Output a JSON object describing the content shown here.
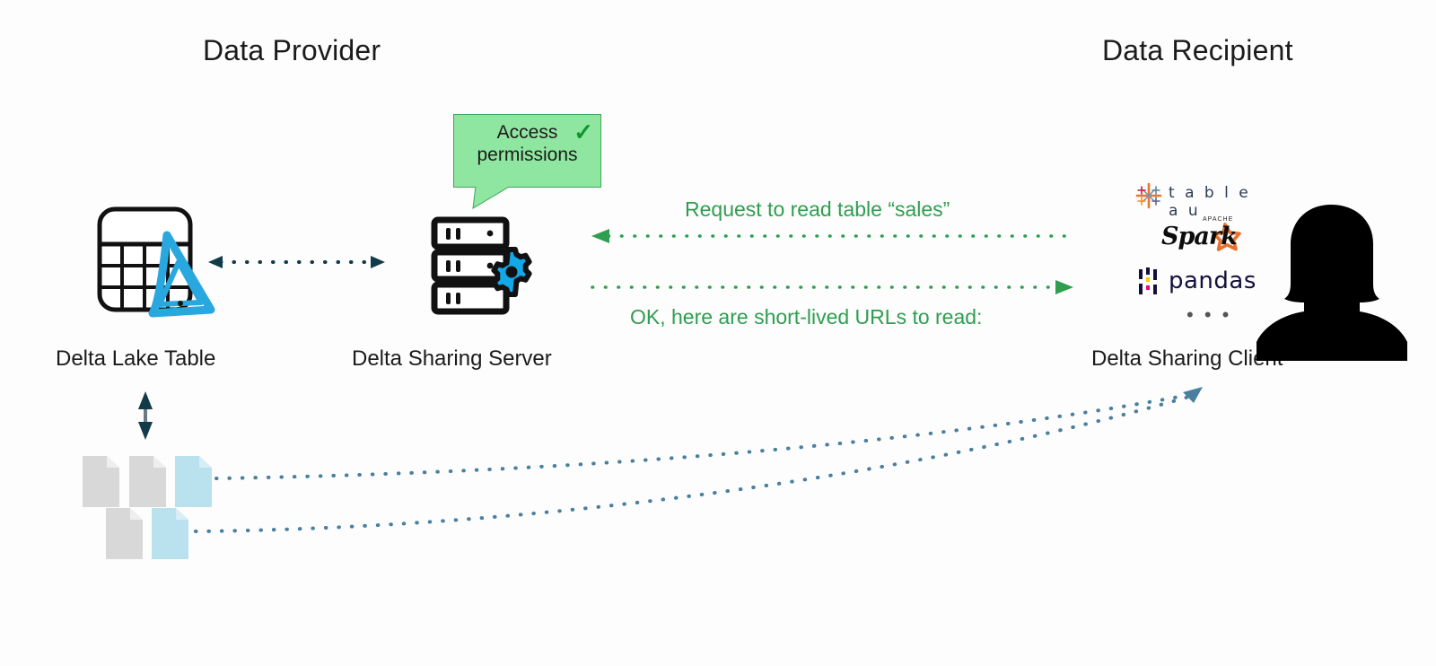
{
  "headers": {
    "provider": "Data Provider",
    "recipient": "Data Recipient"
  },
  "captions": {
    "delta_lake_table": "Delta Lake Table",
    "delta_sharing_server": "Delta Sharing Server",
    "delta_sharing_client": "Delta Sharing Client"
  },
  "bubble": {
    "text": "Access\npermissions",
    "check": "✓",
    "fill": "#8fe6a0",
    "border": "#3aa856",
    "check_color": "#11962f"
  },
  "arrows": {
    "request_label": "Request to read table “sales”",
    "response_label": "OK, here are short-lived URLs to read:",
    "label_color": "#2e9e4f",
    "dotted_color_green": "#2e9e4f",
    "dotted_color_navy": "#0f3b4a",
    "dotted_color_blue": "#4a7f9e"
  },
  "icons": {
    "table_icon": "delta-lake-table-icon",
    "delta_logo": "delta-triangle-logo",
    "server_icon": "server-rack-icon",
    "gear_icon": "gear-icon",
    "person_icon": "person-silhouette-icon",
    "file_icon": "file-document-icon",
    "vertical_double_arrow": "vertical-double-arrow-icon"
  },
  "colors": {
    "delta_blue": "#29a8df",
    "gear_blue": "#13a9e8",
    "file_gray": "#d8d8d8",
    "file_blue": "#b9e2ee",
    "silhouette": "#000000",
    "text_dark": "#1b1b1b"
  },
  "client_logos": [
    {
      "name": "tableau",
      "label": "t a b l e a u",
      "mark": "tableau-asterisk-icon"
    },
    {
      "name": "spark",
      "label": "Spark",
      "sublabel": "APACHE",
      "mark": "spark-star-icon"
    },
    {
      "name": "pandas",
      "label": "pandas",
      "mark": "pandas-bars-icon"
    }
  ],
  "logo_ellipsis": "• • •",
  "files": {
    "row1": [
      "gray",
      "gray",
      "blue"
    ],
    "row2": [
      "gray",
      "blue"
    ]
  }
}
